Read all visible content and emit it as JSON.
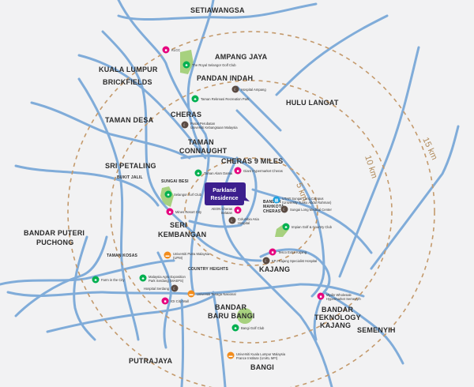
{
  "map": {
    "development": {
      "line1": "Parkland",
      "line2": "Residence",
      "color": "#3c1f8e"
    },
    "rings": [
      "5 km",
      "10 km",
      "15 km"
    ],
    "areas": [
      {
        "id": "setiawangsa",
        "label": "SETIAWANGSA"
      },
      {
        "id": "ampang-jaya",
        "label": "AMPANG JAYA"
      },
      {
        "id": "kuala-lumpur",
        "label": "KUALA LUMPUR"
      },
      {
        "id": "brickfields",
        "label": "BRICKFIELDS"
      },
      {
        "id": "pandan-indah",
        "label": "PANDAN INDAH"
      },
      {
        "id": "hulu-langat",
        "label": "HULU LANGAT"
      },
      {
        "id": "taman-desa",
        "label": "TAMAN DESA"
      },
      {
        "id": "cheras",
        "label": "CHERAS"
      },
      {
        "id": "taman",
        "label": "TAMAN"
      },
      {
        "id": "connaught",
        "label": "CONNAUGHT"
      },
      {
        "id": "sri-petaling",
        "label": "SRI PETALING"
      },
      {
        "id": "cheras-9-miles",
        "label": "CHERAS 9 MILES"
      },
      {
        "id": "bukit-jalil",
        "label": "BUKIT JALIL"
      },
      {
        "id": "sungai-besi",
        "label": "SUNGAI BESI"
      },
      {
        "id": "bandar-mahkota",
        "label": "BANDAR"
      },
      {
        "id": "mahkota",
        "label": "MAHKOTA"
      },
      {
        "id": "mahkota-cheras",
        "label": "CHERAS"
      },
      {
        "id": "seri",
        "label": "SERI"
      },
      {
        "id": "kembangan",
        "label": "KEMBANGAN"
      },
      {
        "id": "bandar-puteri",
        "label": "BANDAR PUTERI"
      },
      {
        "id": "puchong",
        "label": "PUCHONG"
      },
      {
        "id": "kajang",
        "label": "KAJANG"
      },
      {
        "id": "taman-kosas",
        "label": "TAMAN KOSAS"
      },
      {
        "id": "country-heights",
        "label": "COUNTRY HEIGHTS"
      },
      {
        "id": "bandar-tek",
        "label": "BANDAR"
      },
      {
        "id": "teknology",
        "label": "TEKNOLOGY"
      },
      {
        "id": "tek-kajang",
        "label": "KAJANG"
      },
      {
        "id": "semenyih",
        "label": "SEMENYIH"
      },
      {
        "id": "bbb-bandar",
        "label": "BANDAR"
      },
      {
        "id": "baru-bangi",
        "label": "BARU BANGI"
      },
      {
        "id": "putrajaya",
        "label": "PUTRAJAYA"
      },
      {
        "id": "bangi",
        "label": "BANGI"
      }
    ],
    "pois": [
      {
        "type": "mall",
        "label": "KLCC"
      },
      {
        "type": "park",
        "label": "The Royal Selangor Golf Club"
      },
      {
        "type": "hospital",
        "label": "Hospital Ampang"
      },
      {
        "type": "park",
        "label": "Taman Rekreasi Recreation Park"
      },
      {
        "type": "hospital",
        "label": "Pusat Perubatan",
        "label2": "Universiti Kebangsaan Malaysia"
      },
      {
        "type": "park",
        "label": "Taman Alam Damai"
      },
      {
        "type": "mall",
        "label": "Giant Hypermarket Cheras"
      },
      {
        "type": "park",
        "label": "Selangor Turf Club"
      },
      {
        "type": "mall",
        "label": "Mines Resort City"
      },
      {
        "type": "mall",
        "label": "AEON Cheras",
        "label2": "Selatan"
      },
      {
        "type": "hospital",
        "label": "Columbia Asia",
        "label2": "Hospital"
      },
      {
        "type": "school",
        "label": "UTAR Sungai Long Campus",
        "label2": "(University Tunku Abdul Rahman)"
      },
      {
        "type": "hospital",
        "label": "Sungai Long Medical Center"
      },
      {
        "type": "park",
        "label": "Impian Golf & Country Club"
      },
      {
        "type": "mall",
        "label": "Tesco Extra Kajang"
      },
      {
        "type": "hospital",
        "label": "KPJ Kajang Specialist Hospital"
      },
      {
        "type": "uni",
        "label": "Universiti Putra Malaysia",
        "label2": "(UPM)"
      },
      {
        "type": "park",
        "label": "Malaysia Agro Exposition",
        "label2": "Park Serdang (MAEPS)"
      },
      {
        "type": "park",
        "label": "Farm in the City"
      },
      {
        "type": "hospital",
        "label": "Hospital Serdang"
      },
      {
        "type": "mall",
        "label": "IOI City Mall"
      },
      {
        "type": "uni",
        "label": "Universiti Tenaga Nasional"
      },
      {
        "type": "park",
        "label": "Bangi Golf Club"
      },
      {
        "type": "uni",
        "label": "Universiti Kuala Lumpur Malaysia",
        "label2": "France Institute (UniKL MFI)"
      },
      {
        "type": "mall",
        "label": "Mydin Wholesale",
        "label2": "Hypermarket Semenyih"
      }
    ],
    "colors": {
      "mall": "#e6007e",
      "park": "#00b050",
      "hospital": "#5a4a42",
      "uni": "#f28c1c",
      "school": "#1da1e0",
      "road": "#80acd9",
      "ring": "#c49a6c"
    }
  }
}
